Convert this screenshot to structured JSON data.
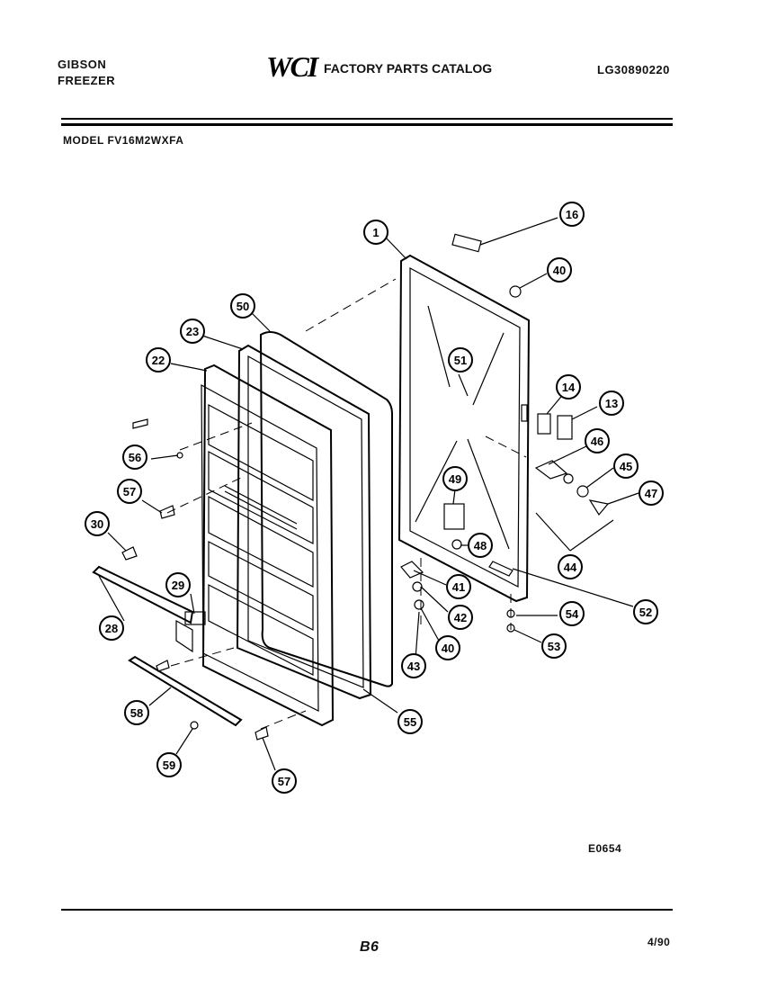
{
  "header": {
    "brand_line1": "GIBSON",
    "brand_line2": "FREEZER",
    "logo": "WCI",
    "catalog_title": "FACTORY PARTS CATALOG",
    "catalog_number": "LG30890220",
    "model": "MODEL FV16M2WXFA"
  },
  "footer": {
    "diagram_code": "E0654",
    "page": "B6",
    "date": "4/90"
  },
  "callouts": [
    "1",
    "16",
    "40",
    "50",
    "23",
    "22",
    "51",
    "14",
    "13",
    "46",
    "45",
    "47",
    "56",
    "49",
    "57",
    "30",
    "48",
    "44",
    "41",
    "29",
    "42",
    "52",
    "54",
    "28",
    "40",
    "53",
    "43",
    "58",
    "55",
    "59",
    "57"
  ]
}
